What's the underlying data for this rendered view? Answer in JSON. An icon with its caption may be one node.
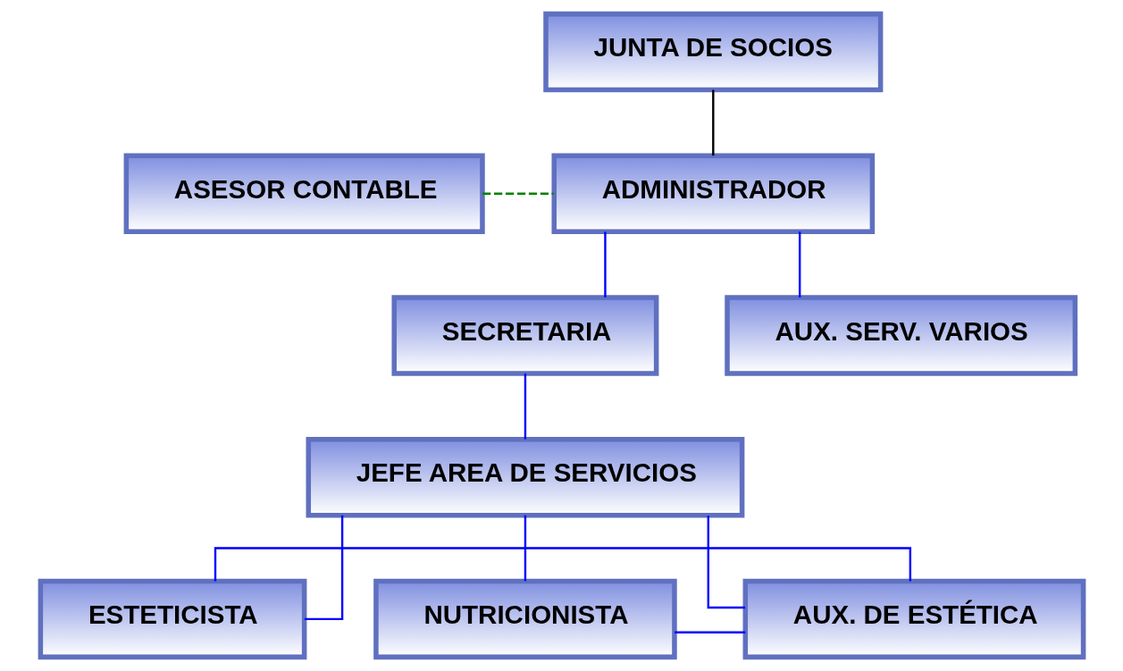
{
  "diagram": {
    "nodes": [
      {
        "text": [
          "JUNTA DE SOCIOS"
        ]
      },
      {
        "text": [
          "ADMINISTRADOR"
        ]
      },
      {
        "text": [
          "ASESOR CONTABLE"
        ]
      },
      {
        "text": [
          "SECRETARIA"
        ]
      },
      {
        "text": [
          "JEFE AREA DE SERVICIOS"
        ]
      },
      {
        "text": [
          "ESTETICISTA"
        ]
      },
      {
        "text": [
          "NUTRICIONISTA"
        ]
      },
      {
        "text": [
          "AUX. DE ESTÉTICA"
        ]
      },
      {
        "text": [
          "AUX. SERV. VARIOS"
        ]
      }
    ],
    "edges": [
      {
        "from": 0,
        "to": 1,
        "arrow": "none",
        "color": "#000000"
      },
      {
        "from": 2,
        "to": 1,
        "arrow": "none",
        "style": "dashed",
        "color": "#008000"
      },
      {
        "from": 1,
        "to": 3,
        "arrow": "none"
      },
      {
        "from": 1,
        "to": 8,
        "arrow": "none"
      },
      {
        "from": 3,
        "to": 4,
        "arrow": "none"
      },
      {
        "from": 4,
        "to": 5,
        "arrow": "none"
      },
      {
        "from": 4,
        "to": 6,
        "arrow": "none"
      },
      {
        "from": 4,
        "to": 7,
        "arrow": "none"
      },
      {
        "from": 5,
        "to": 7,
        "arrow": "none"
      },
      {
        "from": 6,
        "to": 7,
        "arrow": "none"
      }
    ]
  }
}
